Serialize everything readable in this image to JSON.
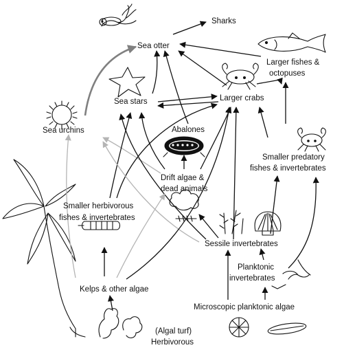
{
  "nodes": {
    "sharks": "Sharks",
    "sea_otter": "Sea otter",
    "larger_fishes_1": "Larger fishes &",
    "larger_fishes_2": "octopuses",
    "sea_stars": "Sea stars",
    "larger_crabs": "Larger crabs",
    "sea_urchins": "Sea urchins",
    "abalones": "Abalones",
    "drift_1": "Drift algae &",
    "drift_2": "dead animals",
    "smaller_pred_1": "Smaller predatory",
    "smaller_pred_2": "fishes & invertebrates",
    "smaller_herb_1": "Smaller herbivorous",
    "smaller_herb_2": "fishes & invertebrates",
    "sessile": "Sessile invertebrates",
    "planktonic_1": "Planktonic",
    "planktonic_2": "invertebrates",
    "kelps": "Kelps & other algae",
    "micro": "Microscopic planktonic algae",
    "algal_turf": "(Algal turf)",
    "herbivorous": "Herbivorous"
  },
  "colors": {
    "line": "#111111",
    "gray_arrow": "#b4b4b4",
    "thick_arrow": "#808080"
  }
}
